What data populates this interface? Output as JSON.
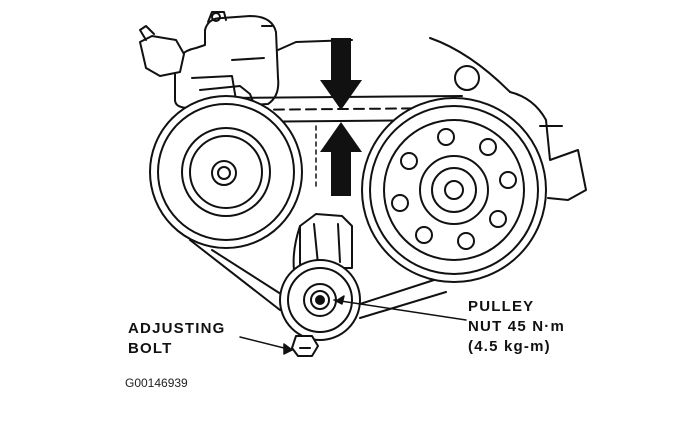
{
  "labels": {
    "pulley": "PULLEY",
    "nut": "NUT 45 N·m",
    "nut_alt": "(4.5 kg-m)",
    "adjusting": "ADJUSTING",
    "bolt": "BOLT"
  },
  "figure_id": "G00146939",
  "colors": {
    "ink": "#111111",
    "background": "#ffffff"
  }
}
